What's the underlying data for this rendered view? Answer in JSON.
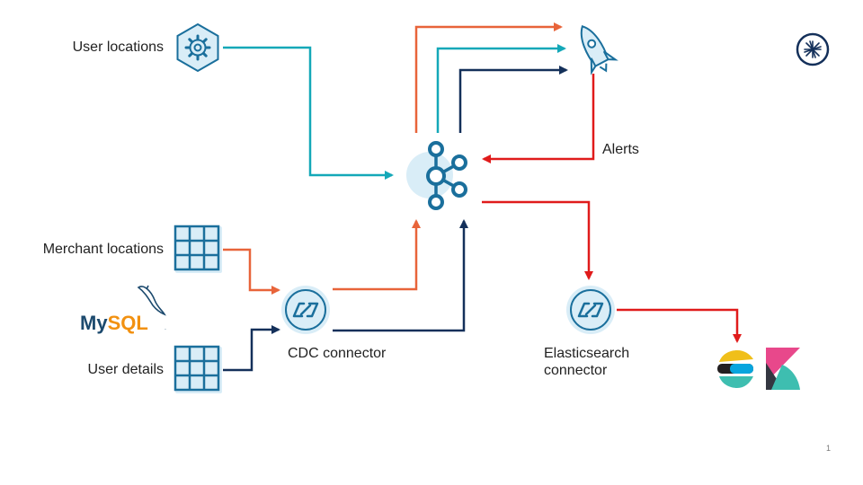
{
  "labels": {
    "user_locations": "User locations",
    "merchant_locations": "Merchant locations",
    "user_details": "User details",
    "cdc_connector": "CDC connector",
    "alerts": "Alerts",
    "elasticsearch_connector_line1": "Elasticsearch",
    "elasticsearch_connector_line2": "connector",
    "mysql_logo": "MySQL",
    "page_number": "1"
  },
  "colors": {
    "teal": "#14a8b8",
    "orange": "#e8643a",
    "navy": "#14305a",
    "red": "#e01b1b",
    "icon_blue": "#1a6f9c",
    "icon_fill": "#d9edf7"
  },
  "icons": [
    "gear-hexagon-icon",
    "kafka-icon",
    "rocket-icon",
    "confluent-logo-icon",
    "table-icon",
    "connector-icon",
    "mysql-logo",
    "elasticsearch-logo",
    "kibana-logo"
  ]
}
